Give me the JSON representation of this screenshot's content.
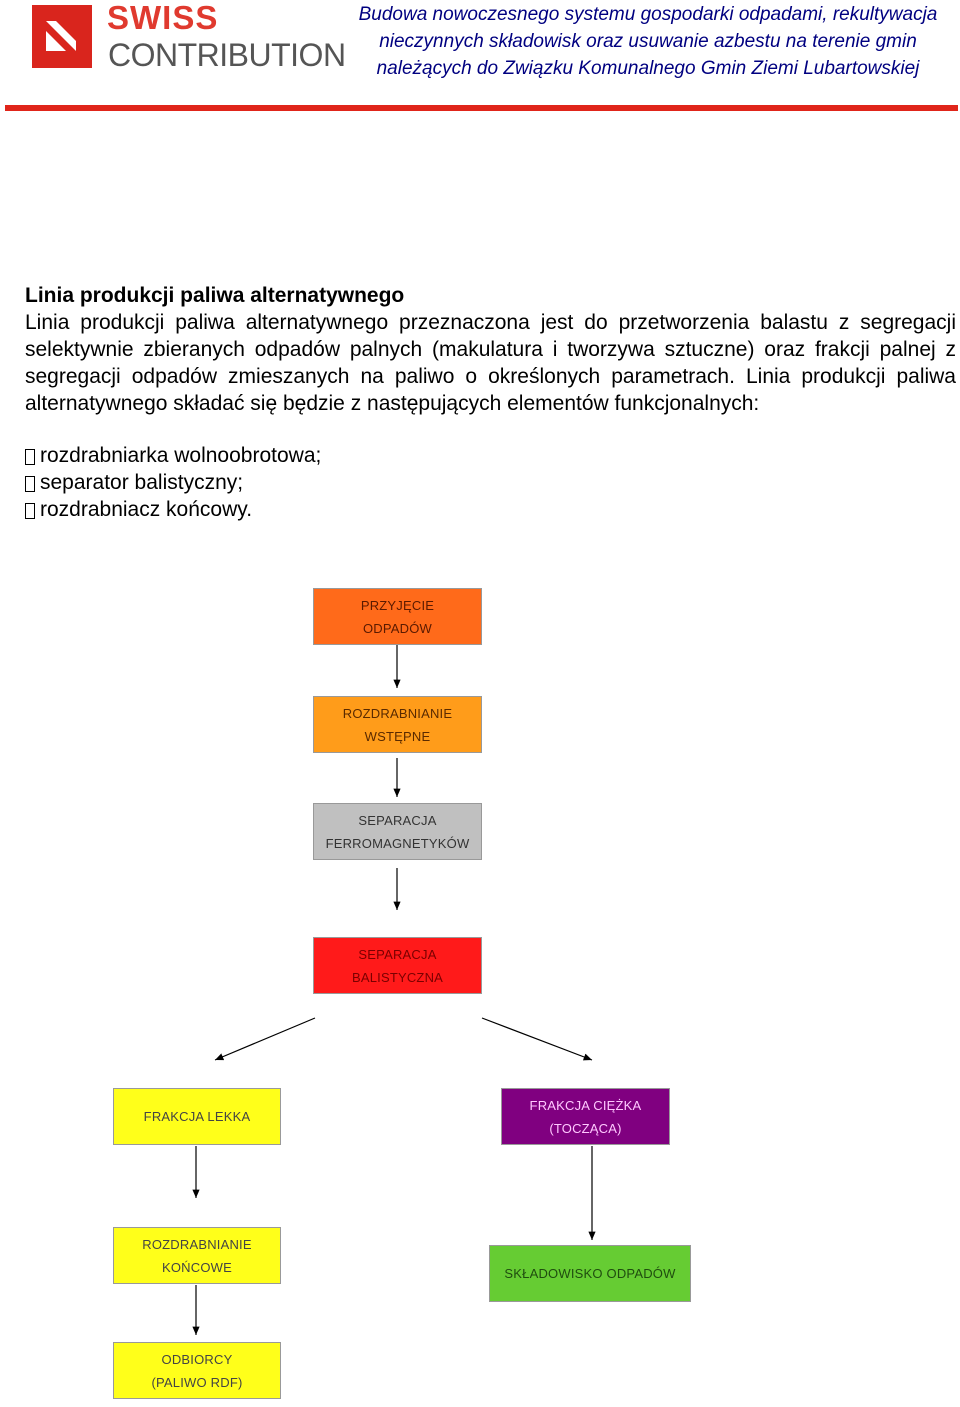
{
  "header": {
    "logo": {
      "top": "SWISS",
      "bottom": "CONTRIBUTION"
    },
    "title_lines": [
      "Budowa nowoczesnego systemu gospodarki odpadami, rekultywacja",
      "nieczynnych składowisk oraz usuwanie azbestu na terenie gmin",
      "należących do Związku Komunalnego Gmin Ziemi Lubartowskiej"
    ]
  },
  "content": {
    "heading": "Linia produkcji paliwa alternatywnego",
    "paragraph": "Linia produkcji paliwa alternatywnego przeznaczona jest do przetworzenia balastu z segregacji selektywnie zbieranych odpadów palnych (makulatura i tworzywa sztuczne) oraz frakcji palnej z segregacji odpadów zmieszanych na paliwo o określonych parametrach. Linia produkcji paliwa alternatywnego składać się będzie z następujących elementów funkcjonalnych:",
    "bullets": [
      "rozdrabniarka wolnoobrotowa;",
      "separator balistyczny;",
      "rozdrabniacz końcowy."
    ]
  },
  "flowchart": {
    "colors": {
      "orange_dark": "#ff6a1a",
      "orange": "#ff9c1a",
      "gray": "#c0c0c0",
      "red": "#ff1a1a",
      "yellow": "#ffff1a",
      "purple": "#800080",
      "green": "#66cc33"
    },
    "przyjecie": {
      "line1": "PRZYJĘCIE",
      "line2": "ODPADÓW"
    },
    "rozdrabnianie_wstepne": {
      "line1": "ROZDRABNIANIE",
      "line2": "WSTĘPNE"
    },
    "separacja_ferro": {
      "line1": "SEPARACJA",
      "line2": "FERROMAGNETYKÓW"
    },
    "separacja_bal": {
      "line1": "SEPARACJA",
      "line2": "BALISTYCZNA"
    },
    "frakcja_lekka": {
      "line1": "FRAKCJA LEKKA"
    },
    "frakcja_ciezka": {
      "line1": "FRAKCJA CIĘŻKA",
      "line2": "(TOCZĄCA)"
    },
    "rozdrabnianie_koncowe": {
      "line1": "ROZDRABNIANIE",
      "line2": "KOŃCOWE"
    },
    "skladowisko": {
      "line1": "SKŁADOWISKO ODPADÓW"
    },
    "odbiorcy": {
      "line1": "ODBIORCY",
      "line2": "(PALIWO RDF)"
    }
  }
}
